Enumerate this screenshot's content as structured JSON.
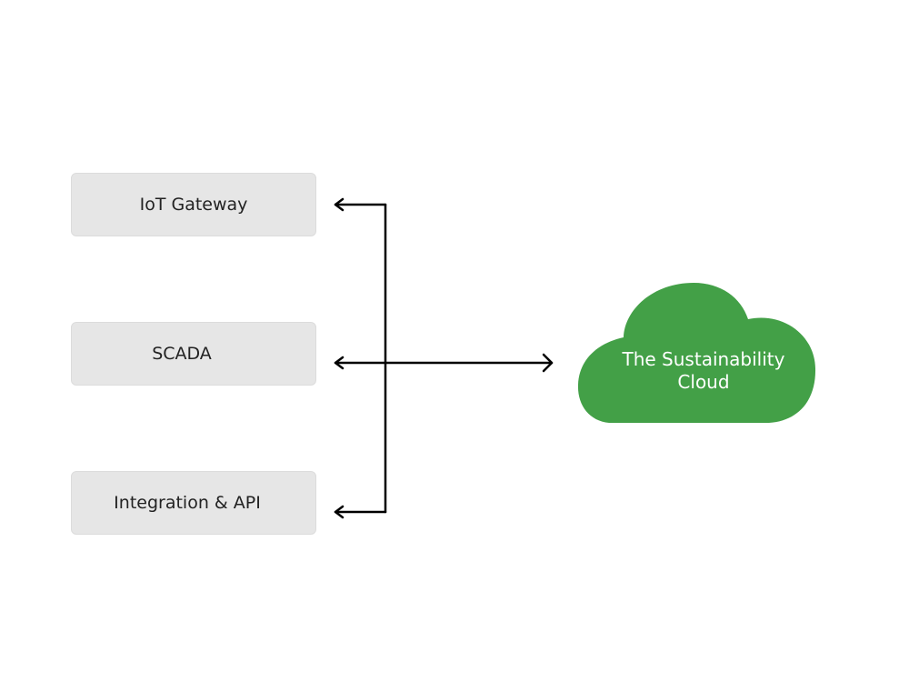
{
  "sources": [
    {
      "label": "IoT Gateway"
    },
    {
      "label": "SCADA"
    },
    {
      "label": "Integration & API"
    }
  ],
  "cloud": {
    "line1": "The Sustainability",
    "line2": "Cloud",
    "fill": "#43a047"
  },
  "colors": {
    "box_fill": "#e6e6e6",
    "line": "#000000"
  }
}
